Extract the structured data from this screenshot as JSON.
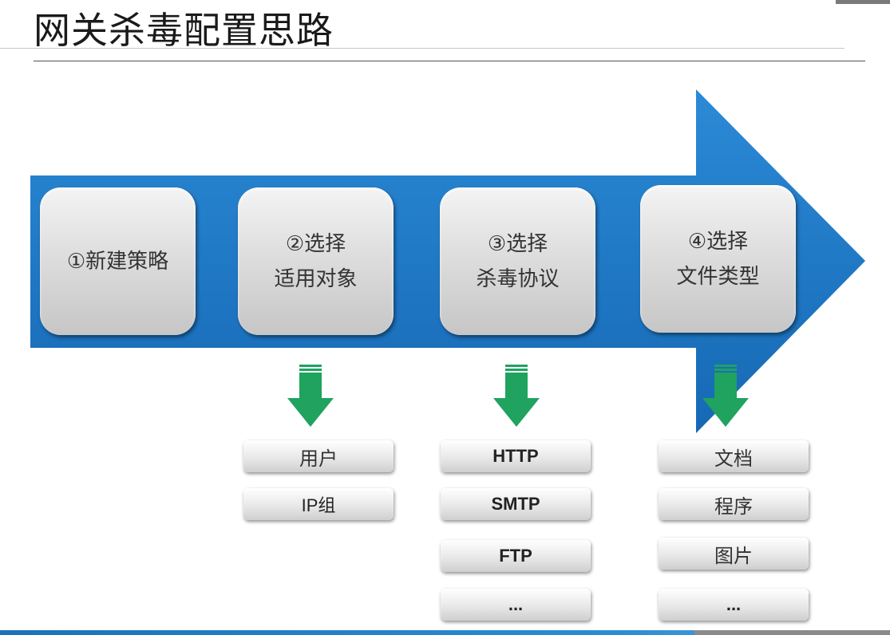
{
  "title": "网关杀毒配置思路",
  "colors": {
    "arrow": "#1a78c8",
    "down_arrow": "#1fa35f"
  },
  "steps": [
    {
      "line1": "①新建策略",
      "line2": ""
    },
    {
      "line1": "②选择",
      "line2": "适用对象"
    },
    {
      "line1": "③选择",
      "line2": "杀毒协议"
    },
    {
      "line1": "④选择",
      "line2": "文件类型"
    }
  ],
  "targets": [
    "用户",
    "IP组"
  ],
  "protocols": [
    "HTTP",
    "SMTP",
    "FTP",
    "..."
  ],
  "file_types": [
    "文档",
    "程序",
    "图片",
    "..."
  ]
}
